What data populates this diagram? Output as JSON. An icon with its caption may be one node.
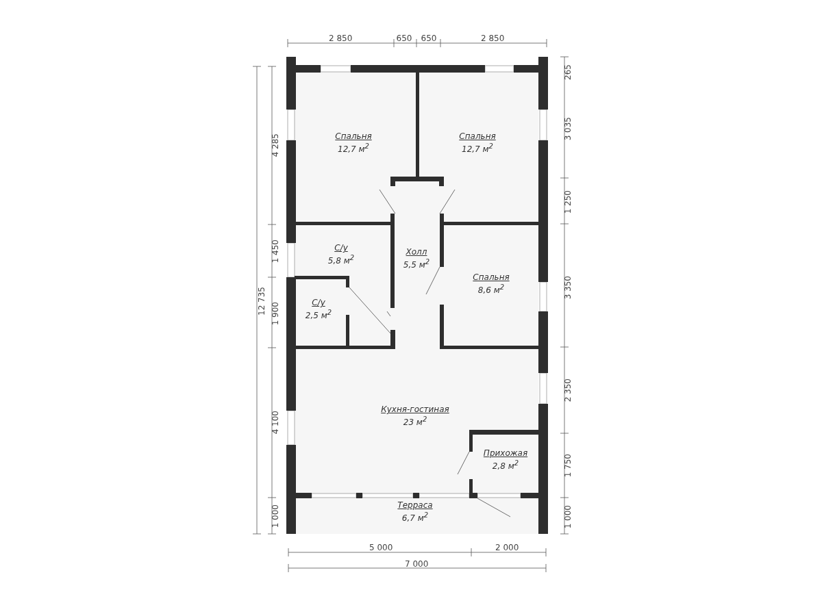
{
  "diagram": {
    "nodes": [
      {
        "text": [
          "Спальня",
          "12,7 м$^{2}$"
        ]
      },
      {
        "text": [
          "Спальня",
          "12,7 м$^{2}$"
        ]
      },
      {
        "text": [
          "С/у",
          "5,8 м$^{2}$"
        ]
      },
      {
        "text": [
          "Холл",
          "5,5 м$^{2}$"
        ]
      },
      {
        "text": [
          "Спальня",
          "8,6 м$^{2}$"
        ]
      },
      {
        "text": [
          "С/у",
          "2,5 м$^{2}$"
        ]
      },
      {
        "text": [
          "Кухня-гостиная",
          "23 м$^{2}$"
        ]
      },
      {
        "text": [
          "Прихожая",
          "2,8 м$^{2}$"
        ]
      },
      {
        "text": [
          "Терраса",
          "6,7 м$^{2}$"
        ]
      }
    ],
    "edges": [],
    "labels": [
      "2 850",
      "650",
      "650",
      "2 850",
      "12 735",
      "4 285",
      "1 450",
      "1 900",
      "4 100",
      "1 000",
      "265",
      "3 035",
      "1 250",
      "3 350",
      "2 350",
      "1 750",
      "1 000",
      "5 000",
      "2 000",
      "7 000"
    ]
  }
}
